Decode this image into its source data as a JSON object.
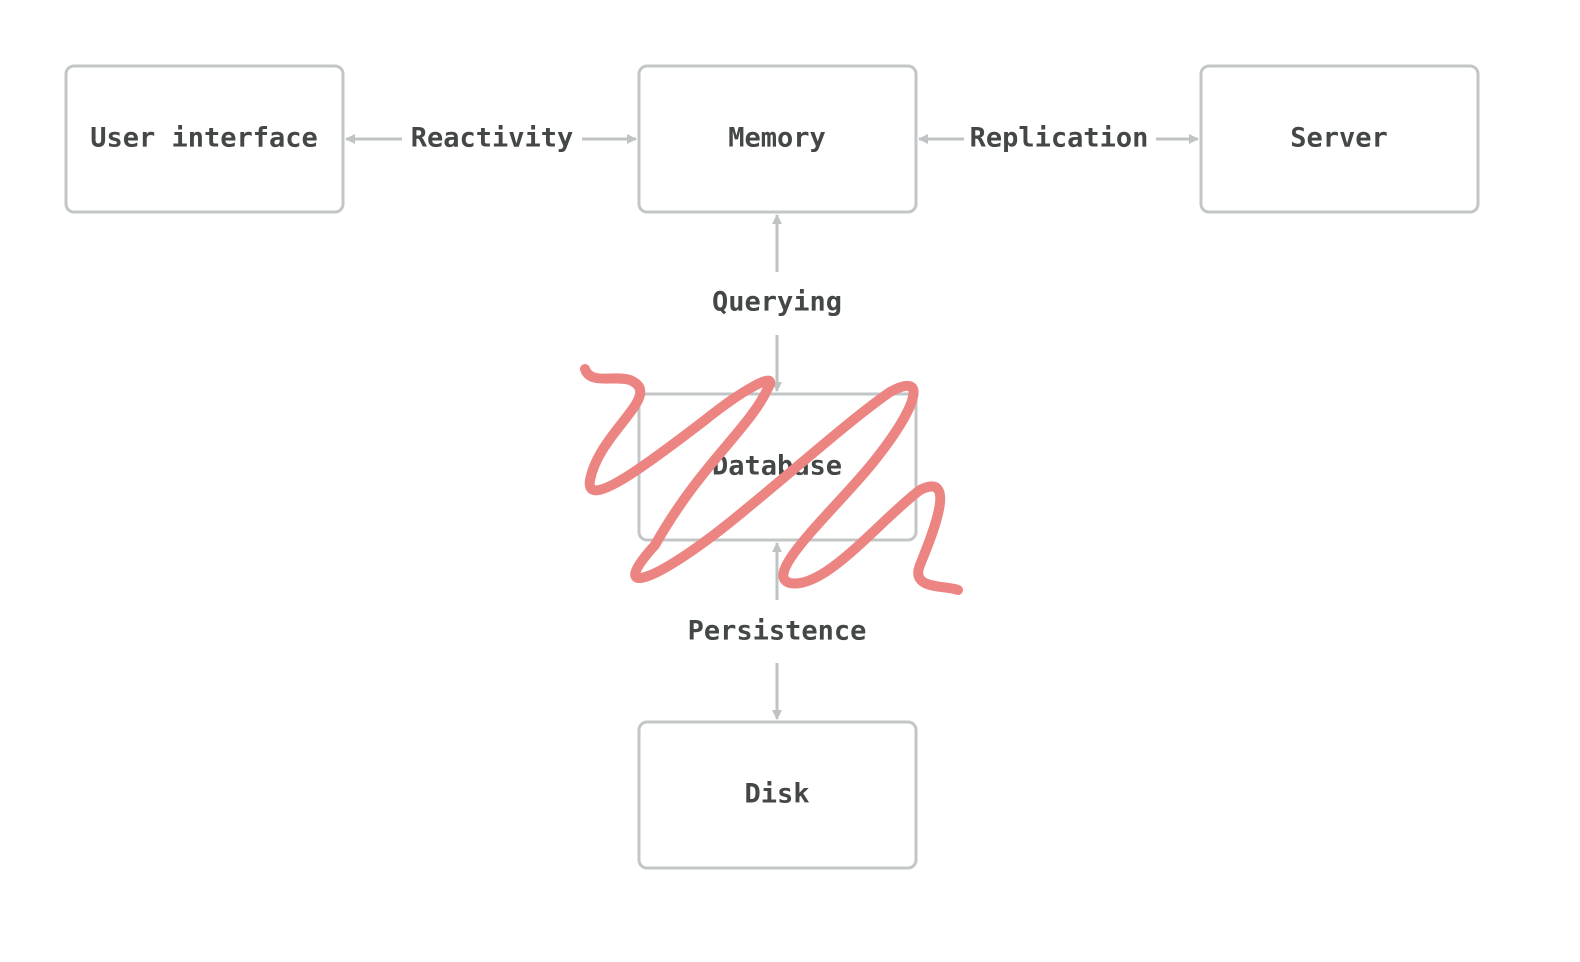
{
  "colors": {
    "box_border": "#c2c6c7",
    "arrow": "#bfc3c4",
    "text": "#444748",
    "scribble": "#ec8482",
    "background": "#ffffff"
  },
  "nodes": {
    "user_interface": "User interface",
    "memory": "Memory",
    "server": "Server",
    "database": "Database",
    "disk": "Disk"
  },
  "edges": {
    "reactivity": "Reactivity",
    "replication": "Replication",
    "querying": "Querying",
    "persistence": "Persistence"
  },
  "annotation": {
    "type": "scribble-over-database-node",
    "icon": "red-scribble"
  }
}
